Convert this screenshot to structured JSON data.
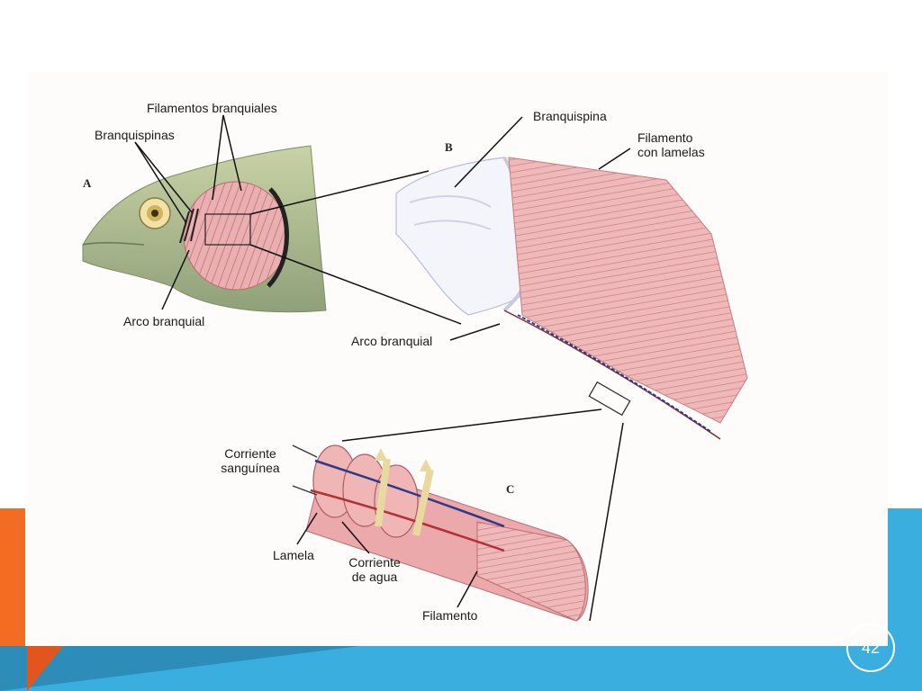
{
  "slide": {
    "page_number": "42",
    "colors": {
      "orange": "#f26c22",
      "blue": "#3baee0",
      "gill_pink": "#e8a3a5",
      "fish_green": "#a9b98a"
    }
  },
  "diagram": {
    "panel_letters": {
      "a": "A",
      "b": "B",
      "c": "C"
    },
    "labels": {
      "filamentos_branquiales": "Filamentos branquiales",
      "branquispinas": "Branquispinas",
      "arco_branquial_a": "Arco branquial",
      "branquispina": "Branquispina",
      "filamento_con_lamelas_1": "Filamento",
      "filamento_con_lamelas_2": "con lamelas",
      "arco_branquial_b": "Arco branquial",
      "corriente_sanguinea_1": "Corriente",
      "corriente_sanguinea_2": "sanguínea",
      "lamela": "Lamela",
      "corriente_agua_1": "Corriente",
      "corriente_agua_2": "de agua",
      "filamento": "Filamento"
    }
  }
}
